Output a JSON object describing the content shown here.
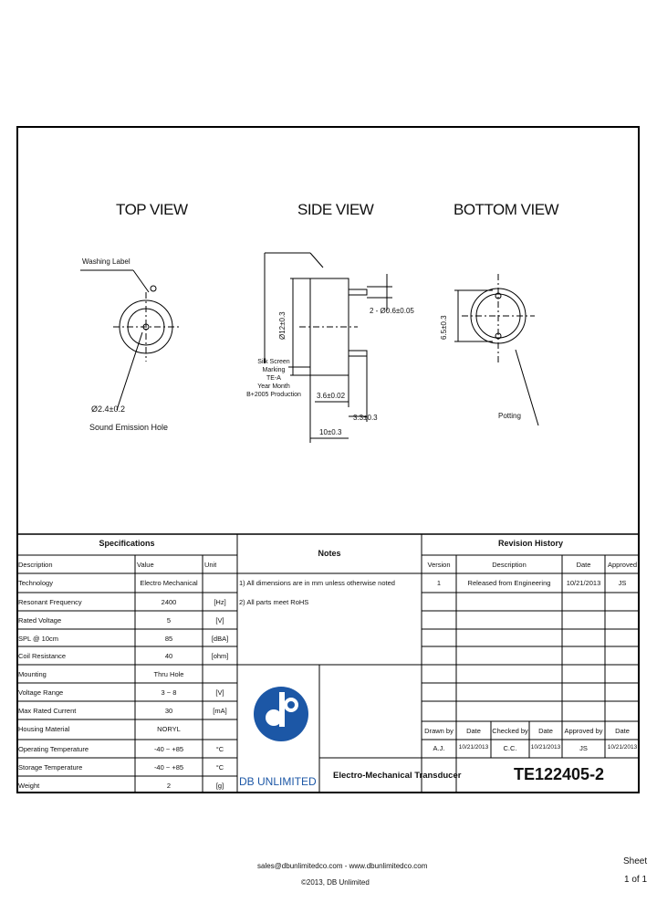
{
  "views": {
    "top": "TOP VIEW",
    "side": "SIDE VIEW",
    "bottom": "BOTTOM VIEW"
  },
  "drawing_labels": {
    "washing_label": "Washing Label",
    "hole_dia": "Ø2.4±0.2",
    "sound_hole": "Sound Emission Hole",
    "pin_dia": "2 - Ø0.6±0.05",
    "body_dia": "Ø12±0.3",
    "silk_screen": [
      "Silk Screen",
      "Marking",
      "TE-A",
      "Year",
      "Month",
      "B+2005",
      "Production"
    ],
    "dim_36": "3.6±0.02",
    "dim_33": "3.3±0.3",
    "dim_10": "10±0.3",
    "pin_pitch": "6.5±0.3",
    "potting": "Potting"
  },
  "specifications": {
    "title": "Specifications",
    "columns": [
      "Description",
      "Value",
      "Unit"
    ],
    "rows": [
      [
        "Technology",
        "Electro Mechanical",
        ""
      ],
      [
        "Resonant Frequency",
        "2400",
        "[Hz]"
      ],
      [
        "Rated Voltage",
        "5",
        "[V]"
      ],
      [
        "SPL @ 10cm",
        "85",
        "[dBA]"
      ],
      [
        "Coil Resistance",
        "40",
        "[ohm]"
      ],
      [
        "Mounting",
        "Thru Hole",
        ""
      ],
      [
        "Voltage Range",
        "3 ~ 8",
        "[V]"
      ],
      [
        "Max Rated Current",
        "30",
        "[mA]"
      ],
      [
        "Housing Material",
        "NORYL",
        ""
      ],
      [
        "Operating Temperature",
        "-40 ~ +85",
        "°C"
      ],
      [
        "Storage Temperature",
        "-40 ~ +85",
        "°C"
      ],
      [
        "Weight",
        "2",
        "[g]"
      ]
    ]
  },
  "notes": {
    "title": "Notes",
    "items": [
      "1) All dimensions are in mm unless otherwise noted",
      "2) All parts meet RoHS"
    ]
  },
  "revision_history": {
    "title": "Revision History",
    "columns": [
      "Version",
      "Description",
      "Date",
      "Approved"
    ],
    "rows": [
      [
        "1",
        "Released from Engineering",
        "10/21/2013",
        "JS"
      ]
    ]
  },
  "approval": {
    "columns": [
      "Drawn by",
      "Date",
      "Checked by",
      "Date",
      "Approved by",
      "Date"
    ],
    "values": [
      "A.J.",
      "10/21/2013",
      "C.C.",
      "10/21/2013",
      "JS",
      "10/21/2013"
    ]
  },
  "logo": {
    "text": "DB UNLIMITED",
    "brand_color": "#1c57a6"
  },
  "product_type": "Electro-Mechanical Transducer",
  "part_number": "TE122405-2",
  "footer": {
    "contact": "sales@dbunlimitedco.com - www.dbunlimitedco.com",
    "copyright": "©2013, DB Unlimited",
    "sheet_label": "Sheet",
    "sheet_value": "1 of 1"
  }
}
